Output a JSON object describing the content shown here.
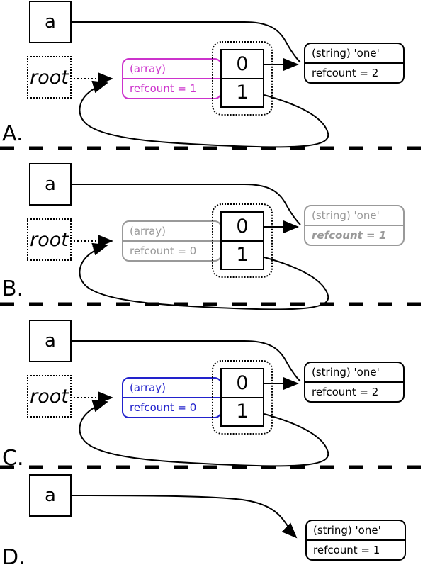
{
  "panels": [
    {
      "label": "A.",
      "variable": "a",
      "root": "root",
      "array": {
        "type": "(array)",
        "refcount": "refcount = 1"
      },
      "table_cells": [
        "0",
        "1"
      ],
      "string": {
        "type": "(string) 'one'",
        "refcount": "refcount = 2"
      }
    },
    {
      "label": "B.",
      "variable": "a",
      "root": "root",
      "array": {
        "type": "(array)",
        "refcount": "refcount = 0"
      },
      "table_cells": [
        "0",
        "1"
      ],
      "string": {
        "type": "(string) 'one'",
        "refcount": "refcount = 1"
      }
    },
    {
      "label": "C.",
      "variable": "a",
      "root": "root",
      "array": {
        "type": "(array)",
        "refcount": "refcount = 0"
      },
      "table_cells": [
        "0",
        "1"
      ],
      "string": {
        "type": "(string) 'one'",
        "refcount": "refcount = 2"
      }
    },
    {
      "label": "D.",
      "variable": "a",
      "string": {
        "type": "(string) 'one'",
        "refcount": "refcount = 1"
      }
    }
  ],
  "colors": {
    "possible_root_highlight": "#CC33CC",
    "decremented_gray": "#999999",
    "restored_highlight": "#2222CC",
    "default_stroke": "#000000"
  }
}
